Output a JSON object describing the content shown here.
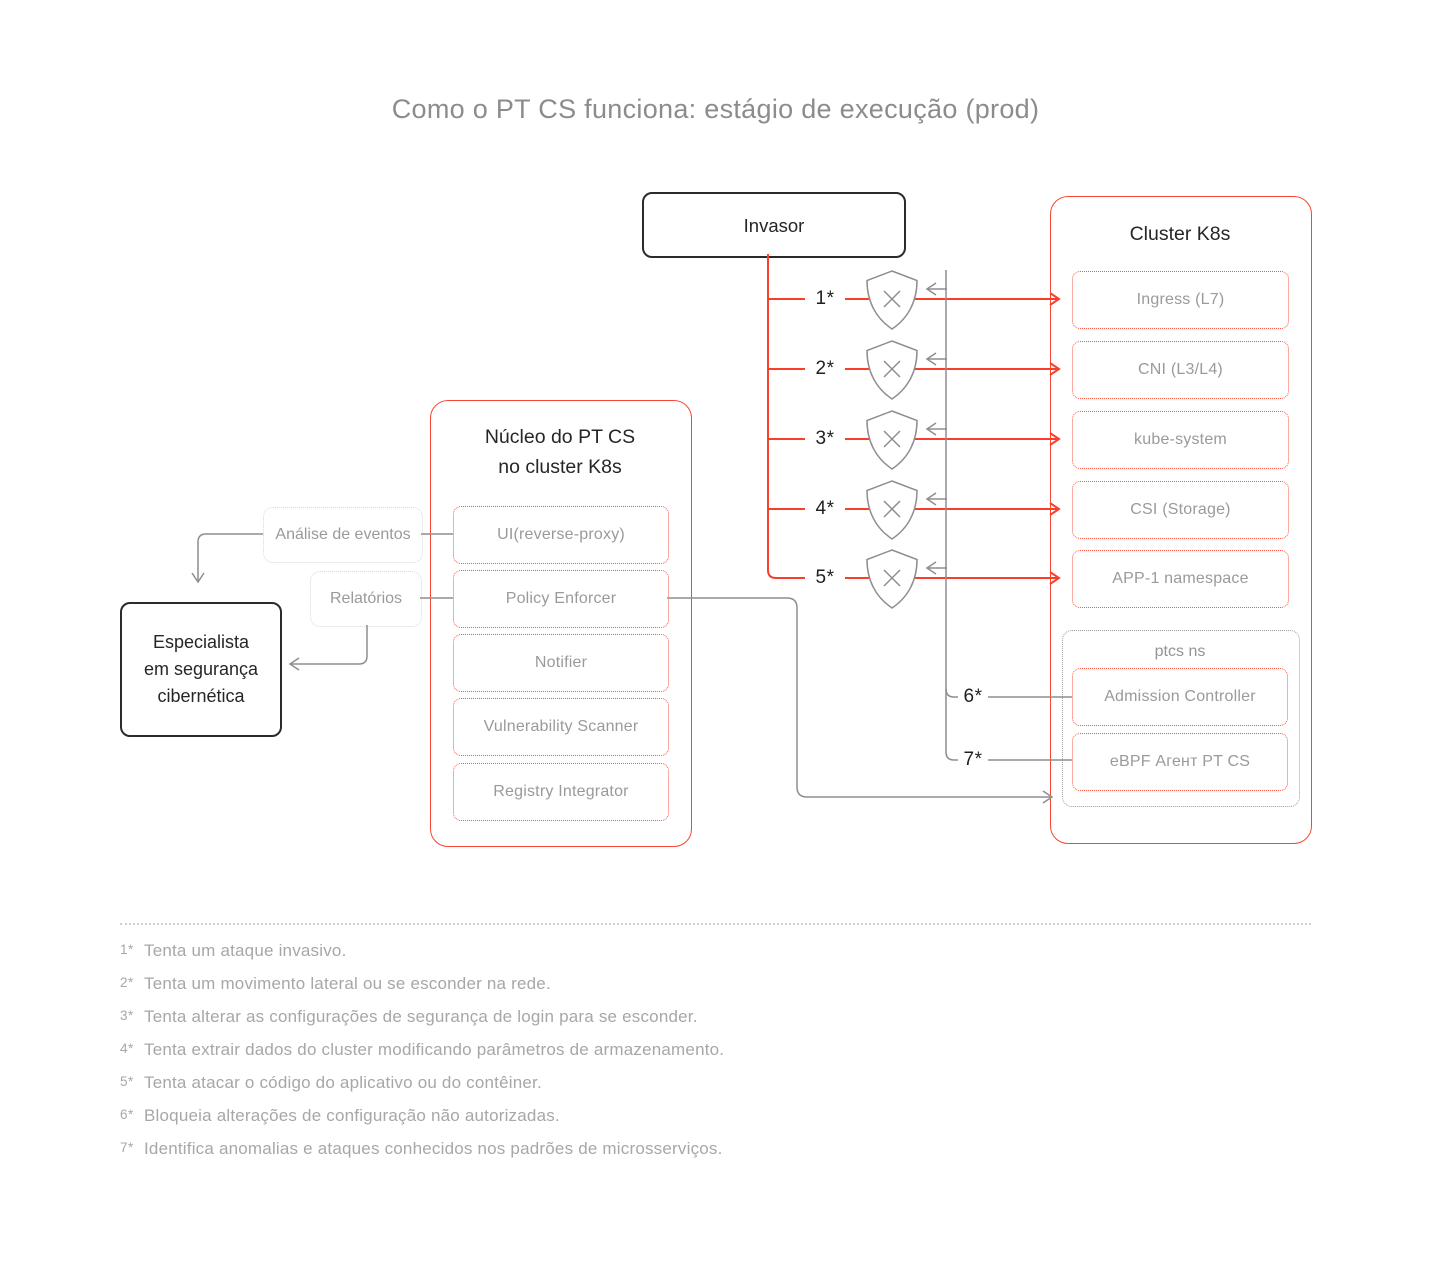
{
  "title": "Como o PT CS funciona: estágio de execução (prod)",
  "colors": {
    "accent_red": "#f94634",
    "line_gray": "#8e8e8e",
    "text_gray": "#9a9a9a",
    "text_dark": "#262626"
  },
  "invasor": {
    "label": "Invasor"
  },
  "cluster": {
    "title": "Cluster K8s",
    "items": [
      "Ingress (L7)",
      "CNI (L3/L4)",
      "kube-system",
      "CSI (Storage)",
      "APP-1 namespace"
    ],
    "ptcs_ns": {
      "title": "ptcs ns",
      "items": [
        "Admission Controller",
        "eBPF Агент PT CS"
      ]
    }
  },
  "nucleo": {
    "title_lines": [
      "Núcleo do PT CS",
      "no cluster K8s"
    ],
    "items": [
      "UI(reverse-proxy)",
      "Policy Enforcer",
      "Notifier",
      "Vulnerability Scanner",
      "Registry Integrator"
    ]
  },
  "analise": {
    "label": "Análise de eventos"
  },
  "relatorios": {
    "label": "Relatórios"
  },
  "especialista": {
    "lines": [
      "Especialista",
      "em segurança",
      "cibernética"
    ]
  },
  "labels": {
    "attacks": [
      "1*",
      "2*",
      "3*",
      "4*",
      "5*"
    ],
    "defenses": [
      "6*",
      "7*"
    ]
  },
  "icons": {
    "blocked_attack": "shield-x-icon"
  },
  "footnotes": [
    {
      "num": "1*",
      "text": "Tenta um ataque invasivo."
    },
    {
      "num": "2*",
      "text": "Tenta um movimento lateral ou se esconder na rede."
    },
    {
      "num": "3*",
      "text": "Tenta alterar as configurações de segurança de login para se esconder."
    },
    {
      "num": "4*",
      "text": "Tenta extrair dados do cluster modificando parâmetros de armazenamento."
    },
    {
      "num": "5*",
      "text": "Tenta atacar o código do aplicativo ou do contêiner."
    },
    {
      "num": "6*",
      "text": "Bloqueia alterações de configuração não autorizadas."
    },
    {
      "num": "7*",
      "text": "Identifica anomalias e ataques conhecidos nos padrões de microsserviços."
    }
  ]
}
